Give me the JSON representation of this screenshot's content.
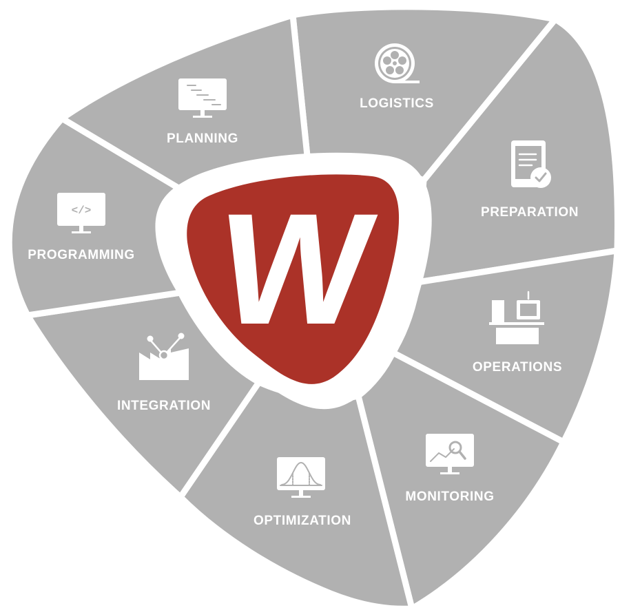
{
  "diagram": {
    "center_logo": {
      "letter": "W",
      "color": "#ab3228"
    },
    "segment_color": "#b1b1b1",
    "segments": [
      {
        "label": "LOGISTICS",
        "icon": "film-reel-icon"
      },
      {
        "label": "PREPARATION",
        "icon": "tablet-check-icon"
      },
      {
        "label": "OPERATIONS",
        "icon": "machine-icon"
      },
      {
        "label": "MONITORING",
        "icon": "monitor-analytics-icon"
      },
      {
        "label": "OPTIMIZATION",
        "icon": "bell-curve-monitor-icon"
      },
      {
        "label": "INTEGRATION",
        "icon": "network-factory-icon"
      },
      {
        "label": "PROGRAMMING",
        "icon": "code-monitor-icon"
      },
      {
        "label": "PLANNING",
        "icon": "gantt-monitor-icon"
      }
    ]
  }
}
